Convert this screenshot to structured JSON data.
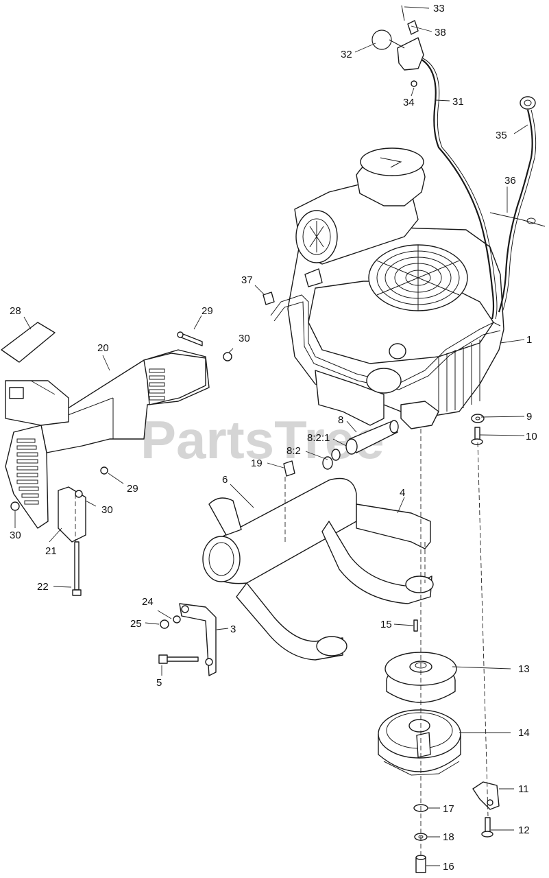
{
  "watermark": "PartsTree",
  "callouts": [
    "1",
    "3",
    "4",
    "5",
    "6",
    "8",
    "8:2:1",
    "8:2",
    "9",
    "10",
    "11",
    "12",
    "13",
    "14",
    "15",
    "16",
    "17",
    "18",
    "19",
    "20",
    "21",
    "22",
    "24",
    "25",
    "28",
    "29",
    "29",
    "30",
    "30",
    "30",
    "30",
    "31",
    "32",
    "33",
    "34",
    "35",
    "36",
    "37",
    "38"
  ],
  "icons": [
    "engine-icon",
    "muffler-icon",
    "exhaust-pipe-icon",
    "pulley-icon",
    "clutch-icon",
    "bracket-icon",
    "bolt-icon",
    "washer-icon",
    "nut-icon",
    "cable-icon",
    "knob-icon",
    "shield-icon",
    "decal-icon"
  ]
}
